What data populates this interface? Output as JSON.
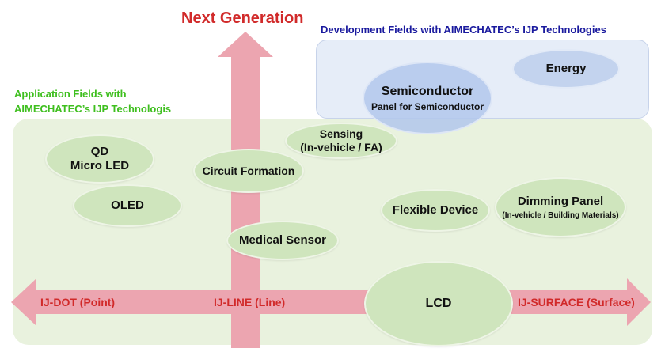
{
  "title": "Next Generation",
  "dev_fields": {
    "heading": "Development Fields with AIMECHATEC’s IJP Technologies",
    "nodes": {
      "energy": "Energy",
      "semiconductor": {
        "title": "Semiconductor",
        "sub": "Panel for Semiconductor"
      }
    }
  },
  "app_fields": {
    "heading_line1": "Application Fields with",
    "heading_line2": "AIMECHATEC’s IJP Technologis",
    "nodes": {
      "qd_micro_led": {
        "line1": "QD",
        "line2": "Micro LED"
      },
      "oled": "OLED",
      "circuit_formation": "Circuit Formation",
      "sensing": {
        "line1": "Sensing",
        "line2": "(In-vehicle / FA)"
      },
      "medical_sensor": "Medical Sensor",
      "flexible_device": "Flexible Device",
      "dimming_panel": {
        "title": "Dimming Panel",
        "sub": "(In-vehicle / Building Materials)"
      },
      "lcd": "LCD"
    }
  },
  "axis": {
    "left": "IJ-DOT (Point)",
    "middle": "IJ-LINE (Line)",
    "right": "IJ-SURFACE (Surface)"
  },
  "colors": {
    "accent_red": "#d12a2a",
    "dev_blue": "#1a1a9e",
    "app_green": "#3fbf1f",
    "arrow_pink": "#eca5b0"
  }
}
